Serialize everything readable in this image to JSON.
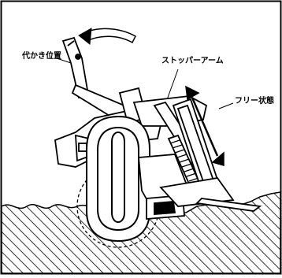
{
  "labels": {
    "shirokaki_position": "代かき位置",
    "stopper_arm": "ストッパーアーム",
    "free_state": "フリー状態"
  }
}
